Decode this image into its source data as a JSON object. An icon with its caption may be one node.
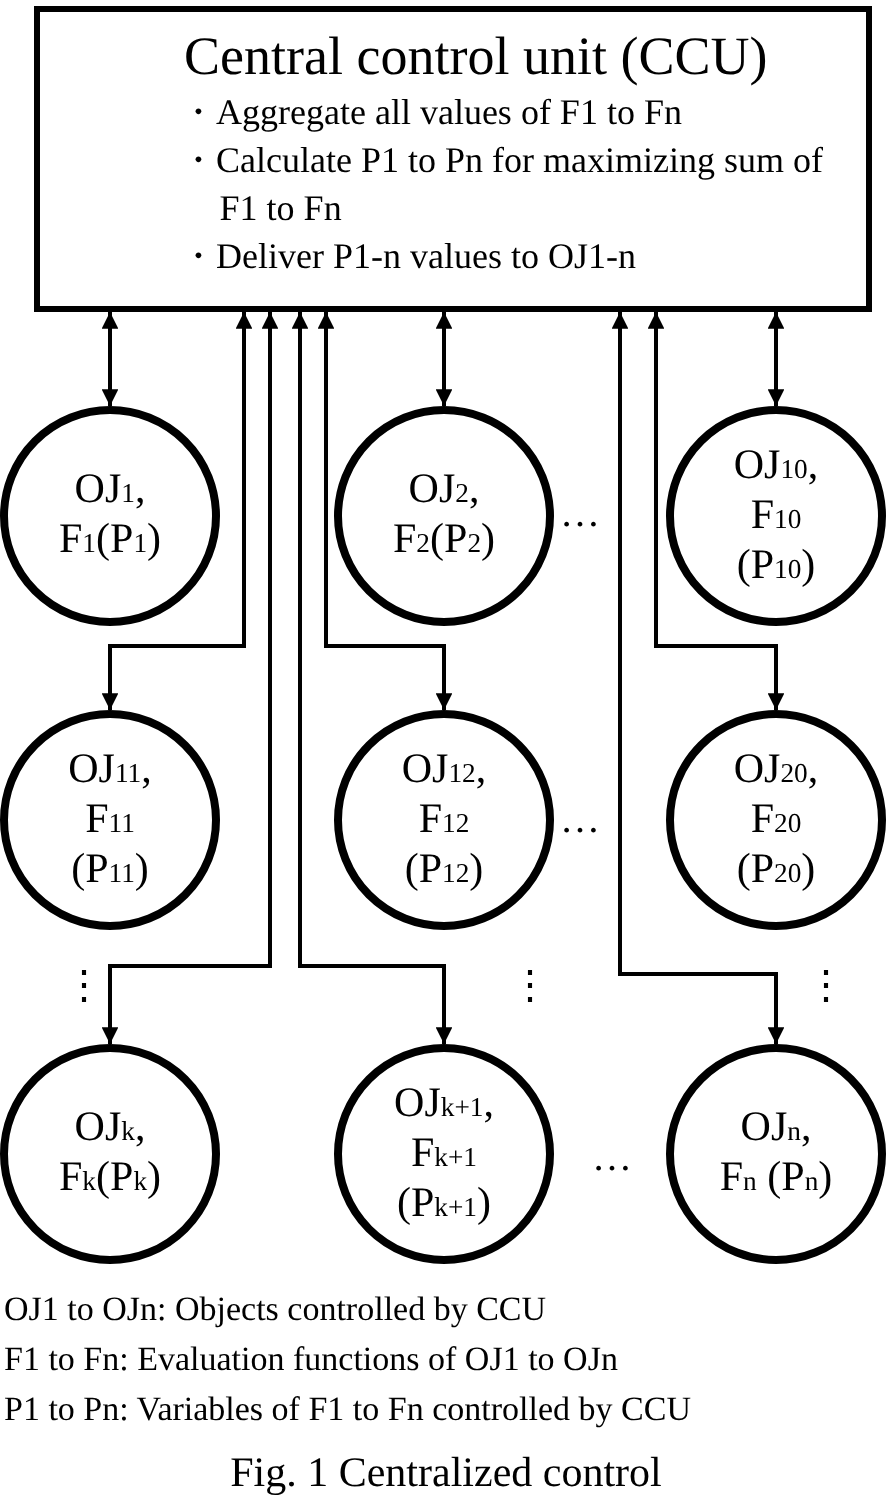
{
  "diagram": {
    "caption": "Fig. 1 Centralized control",
    "nodes": [
      {
        "text": [
          "Central control unit (CCU)",
          "・Aggregate all values of F1 to Fn",
          "・Calculate P1 to Pn for maximizing sum of F1 to Fn",
          "・Deliver P1-n values to OJ1-n"
        ]
      },
      {
        "text": [
          "OJ$_{1}$,",
          "F$_{1}$(P$_{1}$)"
        ]
      },
      {
        "text": [
          "OJ$_{2}$,",
          "F$_{2}$(P$_{2}$)"
        ]
      },
      {
        "text": [
          "OJ$_{10}$,",
          "F$_{10}$",
          "(P$_{10}$)"
        ]
      },
      {
        "text": [
          "OJ$_{11}$,",
          "F$_{11}$",
          "(P$_{11}$)"
        ]
      },
      {
        "text": [
          "OJ$_{12}$,",
          "F$_{12}$",
          "(P$_{12}$)"
        ]
      },
      {
        "text": [
          "OJ$_{20}$,",
          "F$_{20}$",
          "(P$_{20}$)"
        ]
      },
      {
        "text": [
          "OJ$_{k}$,",
          "F$_{k}$(P$_{k}$)"
        ]
      },
      {
        "text": [
          "OJ$_{k+1}$,",
          "F$_{k+1}$",
          "(P$_{k+1}$)"
        ]
      },
      {
        "text": [
          "OJ$_{n}$,",
          "F$_{n}$ (P$_{n}$)"
        ]
      }
    ],
    "edges": [
      {
        "from": 0,
        "to": 1,
        "arrow": "both"
      },
      {
        "from": 0,
        "to": 4,
        "arrow": "both"
      },
      {
        "from": 0,
        "to": 7,
        "arrow": "both"
      },
      {
        "from": 0,
        "to": 8,
        "arrow": "both"
      },
      {
        "from": 0,
        "to": 5,
        "arrow": "both"
      },
      {
        "from": 0,
        "to": 2,
        "arrow": "both"
      },
      {
        "from": 0,
        "to": 9,
        "arrow": "both"
      },
      {
        "from": 0,
        "to": 6,
        "arrow": "both"
      },
      {
        "from": 0,
        "to": 3,
        "arrow": "both"
      }
    ],
    "labels": [
      "…",
      "…",
      "⋮",
      "⋮",
      "⋮",
      "…",
      "OJ1 to OJn: Objects controlled by CCU",
      "F1 to Fn: Evaluation functions of OJ1 to OJn",
      "P1 to Pn: Variables of F1 to Fn controlled by CCU"
    ]
  }
}
